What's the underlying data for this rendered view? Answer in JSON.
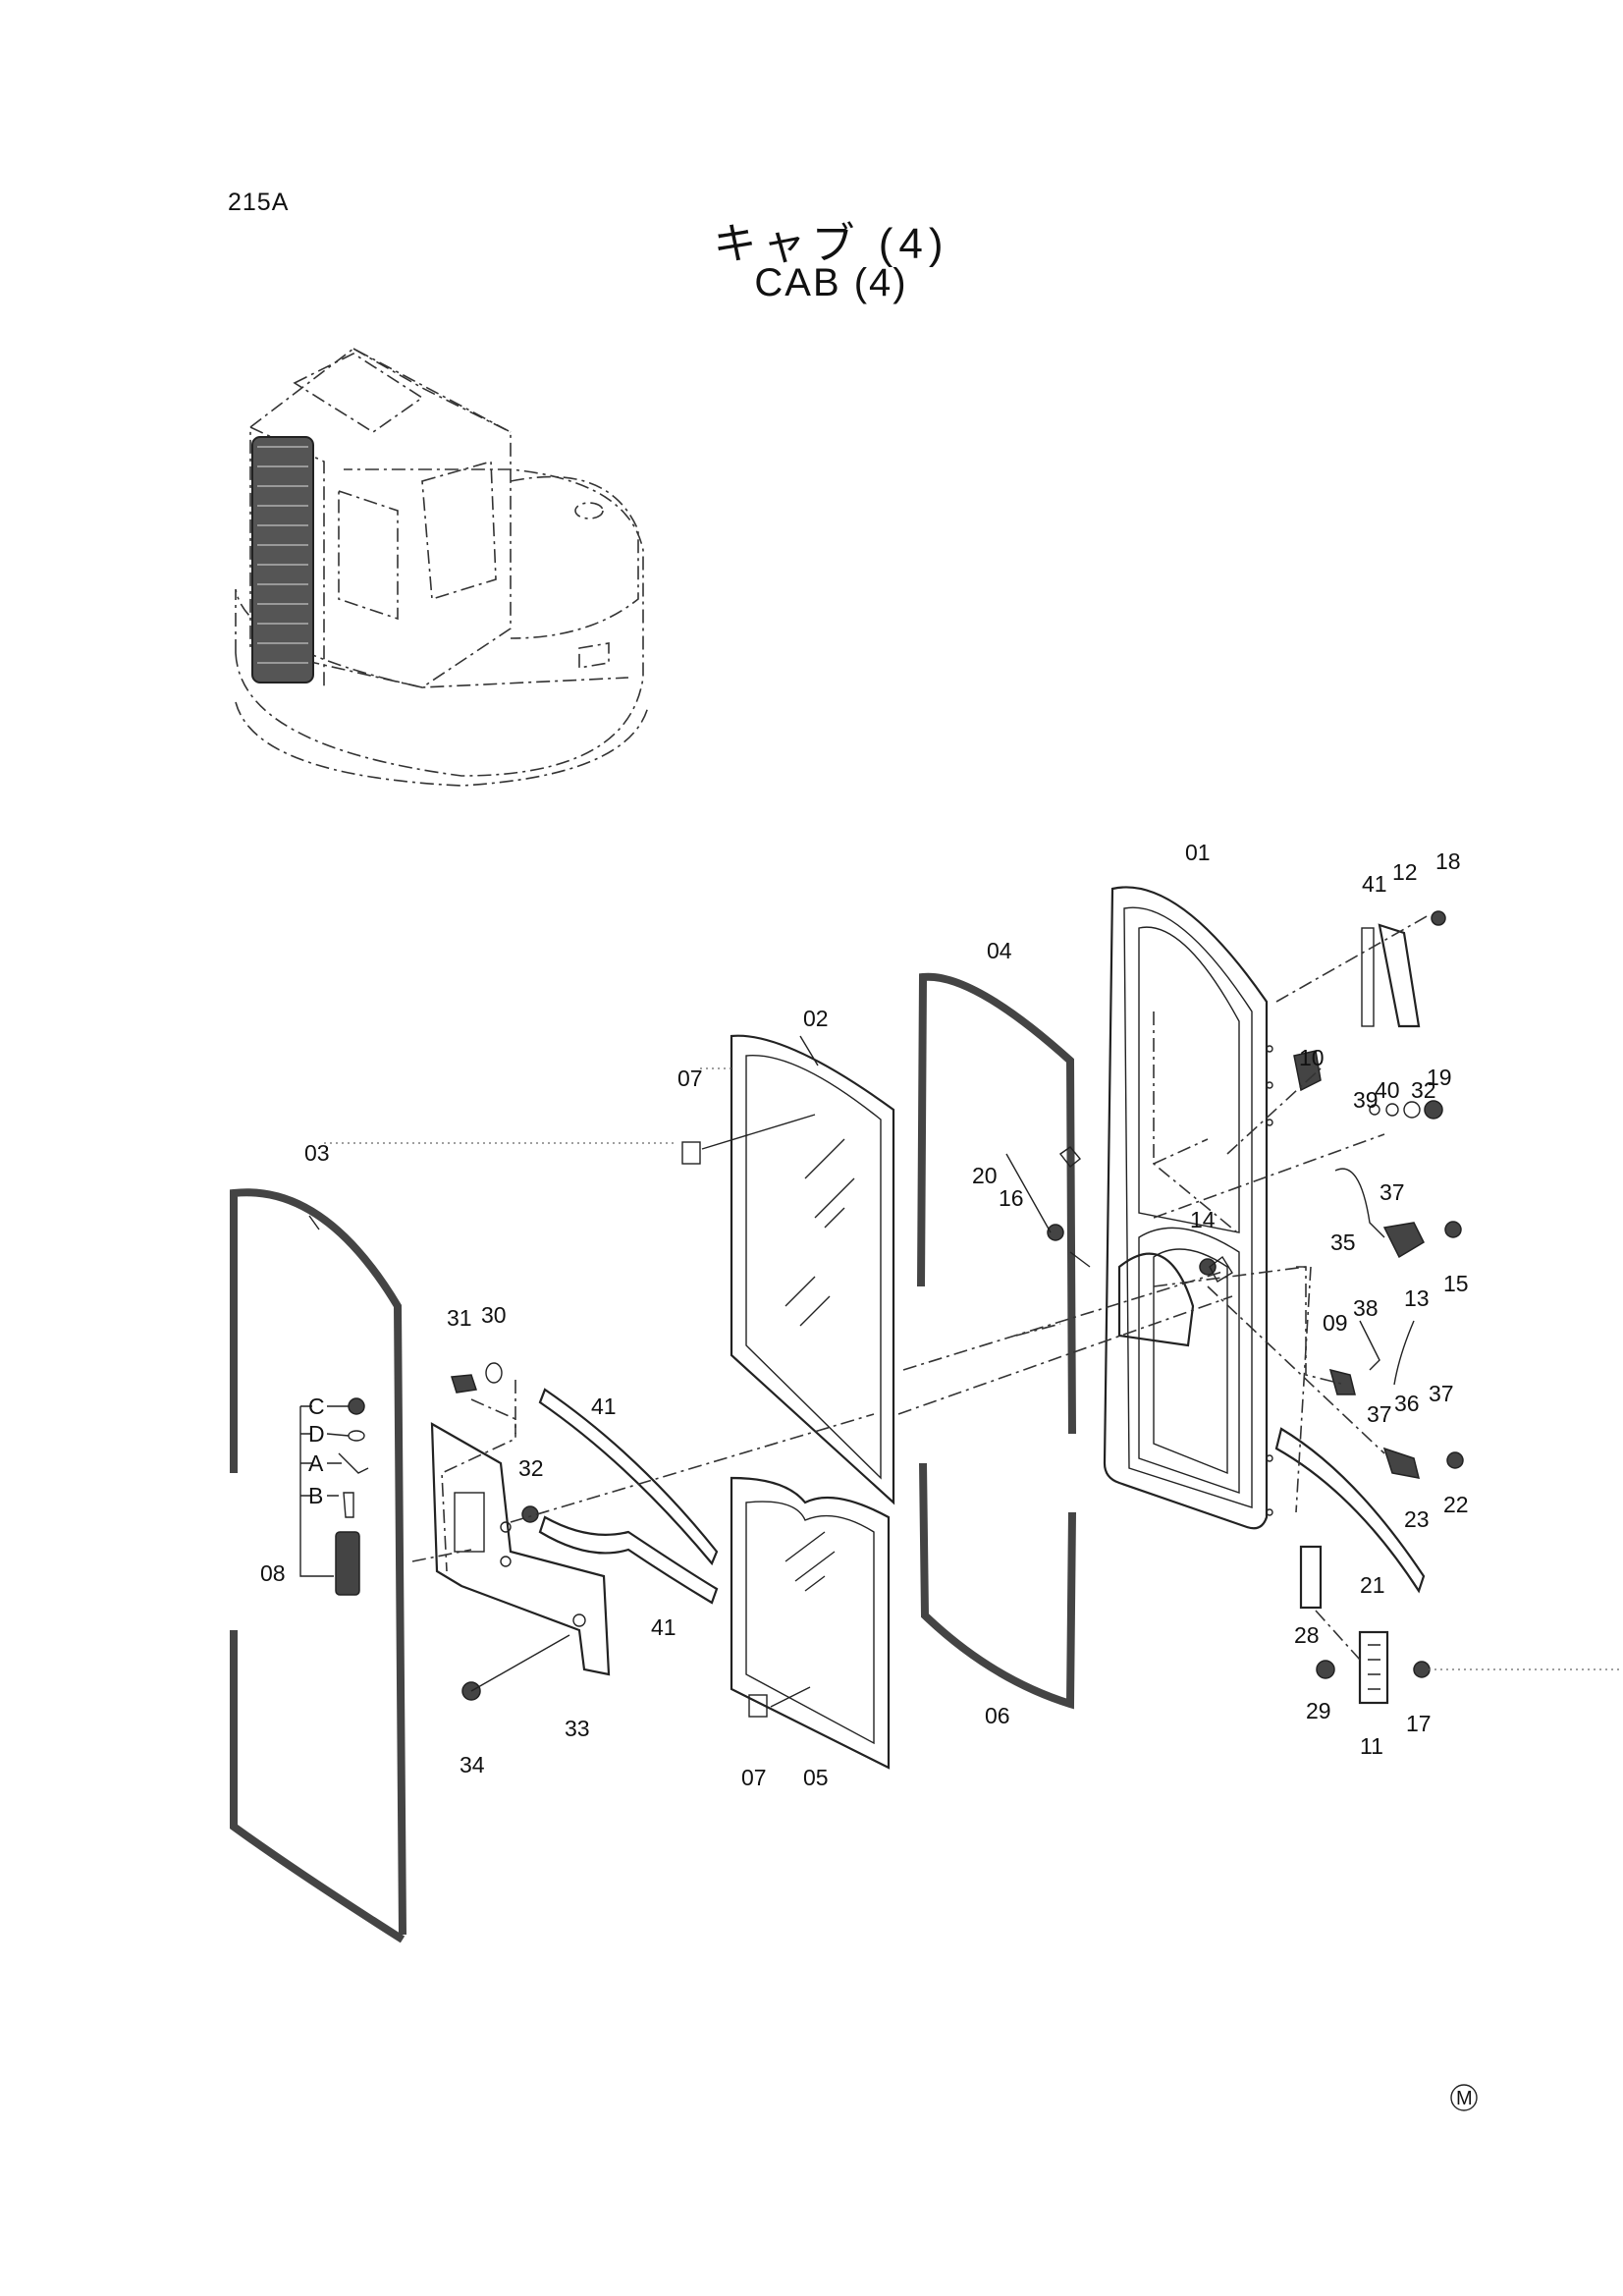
{
  "header": {
    "page_code": "215A",
    "title_jp": "キャブ (4)",
    "title_en": "CAB (4)"
  },
  "callouts": [
    "01",
    "02",
    "03",
    "04",
    "05",
    "06",
    "07",
    "07",
    "08",
    "09",
    "10",
    "11",
    "12",
    "13",
    "14",
    "15",
    "16",
    "17",
    "18",
    "19",
    "20",
    "21",
    "22",
    "23",
    "28",
    "29",
    "30",
    "31",
    "32",
    "32",
    "33",
    "34",
    "35",
    "36",
    "37",
    "37",
    "37",
    "38",
    "39",
    "40",
    "41",
    "41",
    "41"
  ],
  "detail_letters": [
    "C",
    "D",
    "A",
    "B"
  ],
  "mark": "M"
}
